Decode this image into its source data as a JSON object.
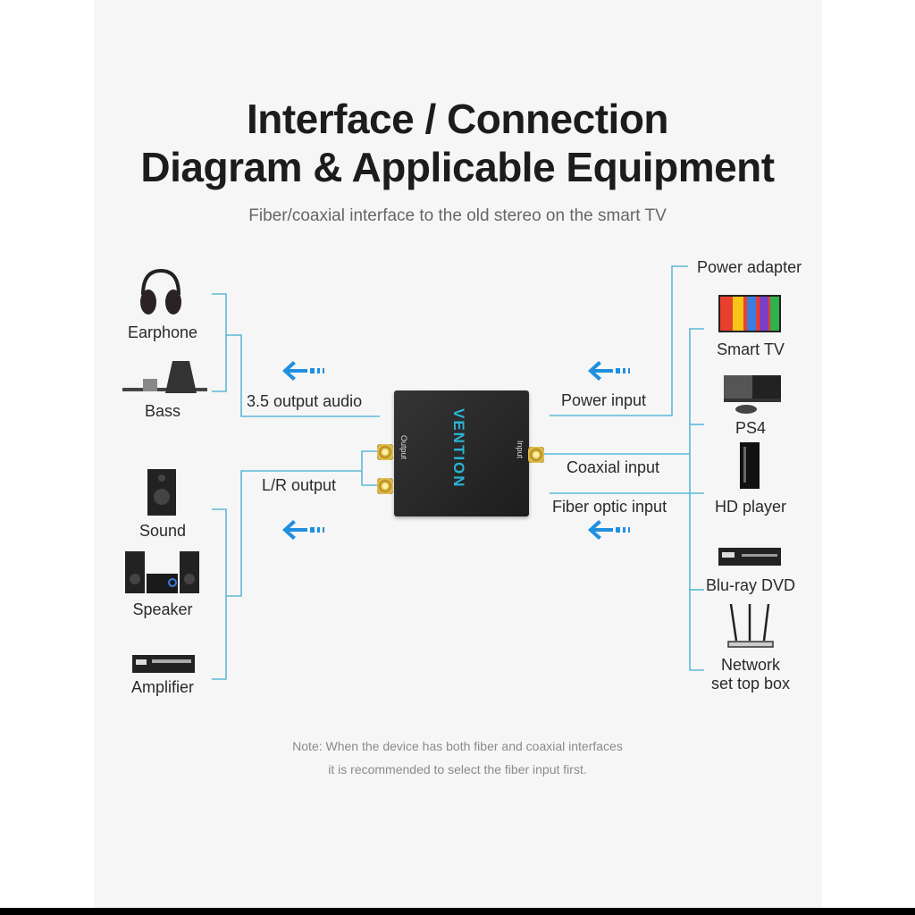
{
  "title_line1": "Interface / Connection",
  "title_line2": "Diagram & Applicable Equipment",
  "subtitle": "Fiber/coaxial interface to the old stereo on the smart TV",
  "device": {
    "brand": "VENTION",
    "output_label": "Output",
    "input_label": "Input"
  },
  "left_outputs": {
    "audio_35": "3.5 output audio",
    "lr_output": "L/R output",
    "devices": [
      "Earphone",
      "Bass",
      "Sound",
      "Speaker",
      "Amplifier"
    ]
  },
  "right_inputs": {
    "power_input": "Power input",
    "coaxial_input": "Coaxial input",
    "fiber_input": "Fiber optic input",
    "power_adapter": "Power adapter",
    "devices": [
      "Smart TV",
      "PS4",
      "HD player",
      "Blu-ray DVD",
      "Network",
      "set top box"
    ]
  },
  "note_line1": "Note: When the device has both fiber and coaxial interfaces",
  "note_line2": "it is recommended to select the fiber input first.",
  "colors": {
    "line": "#5cb8d6",
    "arrow": "#1f8fe0",
    "panel": "#f6f6f6"
  }
}
